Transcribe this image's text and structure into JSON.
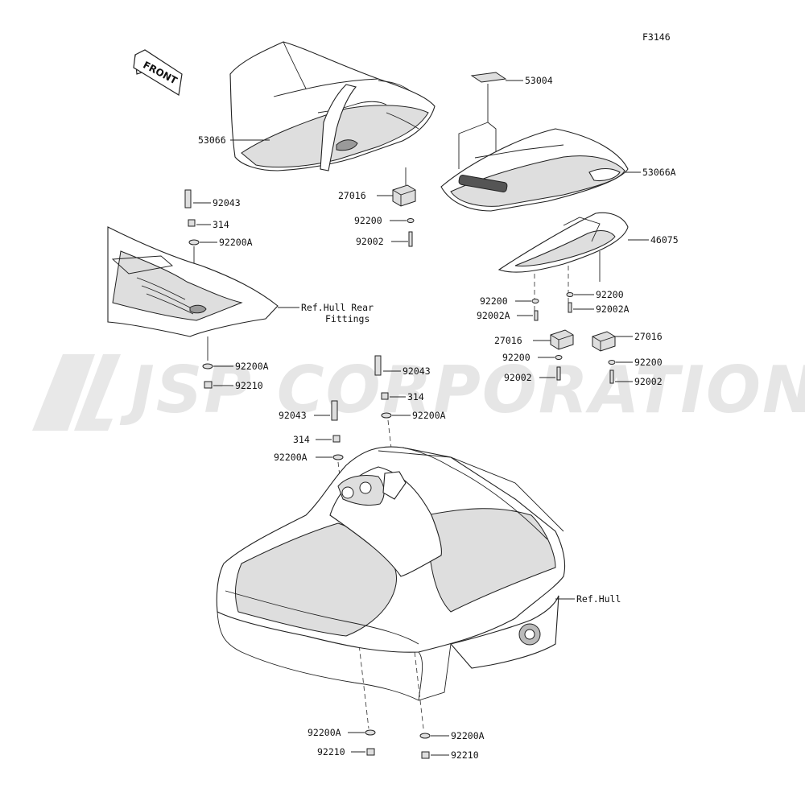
{
  "figure_code": "F3146",
  "front_label": "FRONT",
  "watermark": "JSP CORPORATION",
  "labels": {
    "seat_front": "53066",
    "seat_cover_patch": "53004",
    "seat_rear": "53066A",
    "grab_handle": "46075",
    "bracket_front": "27016",
    "washer_front": "92200",
    "bolt_front": "92002",
    "stud_left": "92043",
    "nut_left": "314",
    "washer_left": "92200A",
    "ref_hull_rear": "Ref.Hull Rear",
    "ref_hull_rear_2": "Fittings",
    "washer_left_lower": "92200A",
    "nut_left_lower": "92210",
    "stud_center": "92043",
    "nut_center": "314",
    "washer_center": "92200A",
    "stud_center_left": "92043",
    "nut_center_left": "314",
    "washer_center_left": "92200A",
    "washer_rear_l": "92200",
    "bolt_rear_l": "92002A",
    "washer_rear_r": "92200",
    "bolt_rear_r": "92002A",
    "bracket_rear_l": "27016",
    "washer_rear_l2": "92200",
    "bolt_rear_l2": "92002",
    "bracket_rear_r": "27016",
    "washer_rear_r2": "92200",
    "bolt_rear_r2": "92002",
    "ref_hull": "Ref.Hull",
    "washer_bottom_l": "92200A",
    "nut_bottom_l": "92210",
    "washer_bottom_r": "92200A",
    "nut_bottom_r": "92210"
  }
}
